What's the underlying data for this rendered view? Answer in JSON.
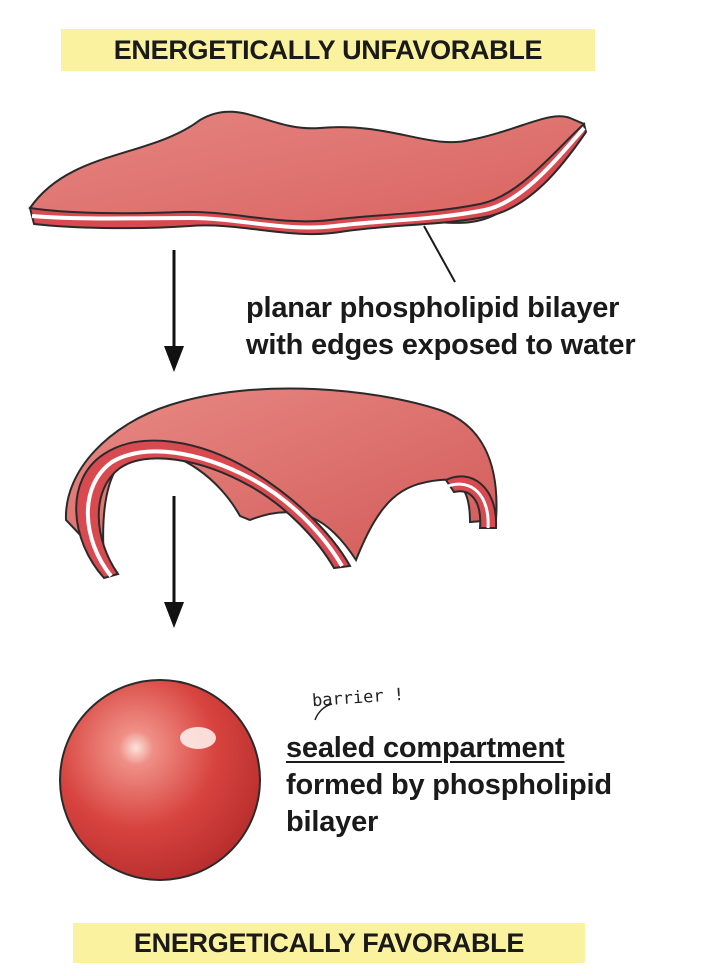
{
  "banners": {
    "top": "ENERGETICALLY UNFAVORABLE",
    "bottom": "ENERGETICALLY FAVORABLE"
  },
  "labels": {
    "planar_line1": "planar phospholipid bilayer",
    "planar_line2": "with edges exposed to water",
    "sealed_line1": "sealed compartment",
    "sealed_line2": "formed by phospholipid",
    "sealed_line3": "bilayer"
  },
  "handwritten_note": "barrier !",
  "colors": {
    "banner_fill": "#fbf2a0",
    "membrane_red": "#d9535a",
    "membrane_light": "#e98a86",
    "sphere_red": "#d8443f",
    "outline": "#2a2a2a"
  }
}
